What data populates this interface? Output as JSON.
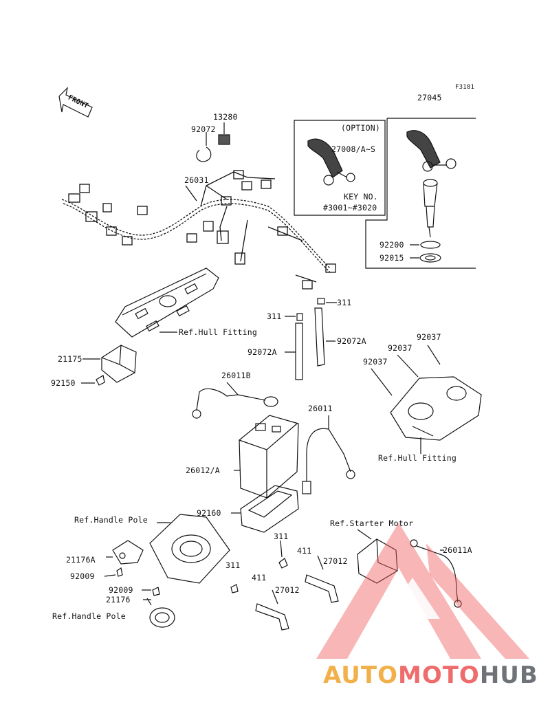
{
  "diagram_code": "F3181",
  "front_marker": "FRONT",
  "option_box": {
    "title": "(OPTION)",
    "part": "27008/A~S",
    "key_line1": "KEY NO.",
    "key_line2": "#3001~#3020"
  },
  "labels": {
    "p27045": "27045",
    "p13280": "13280",
    "p92072": "92072",
    "p26031": "26031",
    "p92200": "92200",
    "p92015": "92015",
    "p311_a": "311",
    "p311_b": "311",
    "p92072A_a": "92072A",
    "p92072A_b": "92072A",
    "ref_hull_1": "Ref.Hull Fitting",
    "p21175": "21175",
    "p92150": "92150",
    "p26011B": "26011B",
    "p92037_a": "92037",
    "p92037_b": "92037",
    "p92037_c": "92037",
    "p26011": "26011",
    "ref_hull_2": "Ref.Hull Fitting",
    "p26012A": "26012/A",
    "p92160": "92160",
    "ref_handle_1": "Ref.Handle Pole",
    "p311_c": "311",
    "p411_a": "411",
    "ref_starter": "Ref.Starter Motor",
    "p26011A": "26011A",
    "p21176A": "21176A",
    "p311_d": "311",
    "p27012_a": "27012",
    "p92009_a": "92009",
    "p411_b": "411",
    "p92009_b": "92009",
    "p27012_b": "27012",
    "p21176": "21176",
    "ref_handle_2": "Ref.Handle Pole"
  },
  "watermark": {
    "part1": "AUTO",
    "part2": "MOTO",
    "part3": "HUB"
  },
  "colors": {
    "line": "#111111",
    "watermark_red": "#ef5a5a",
    "watermark_orange": "#f2b04a",
    "watermark_gray": "#6f7378"
  }
}
